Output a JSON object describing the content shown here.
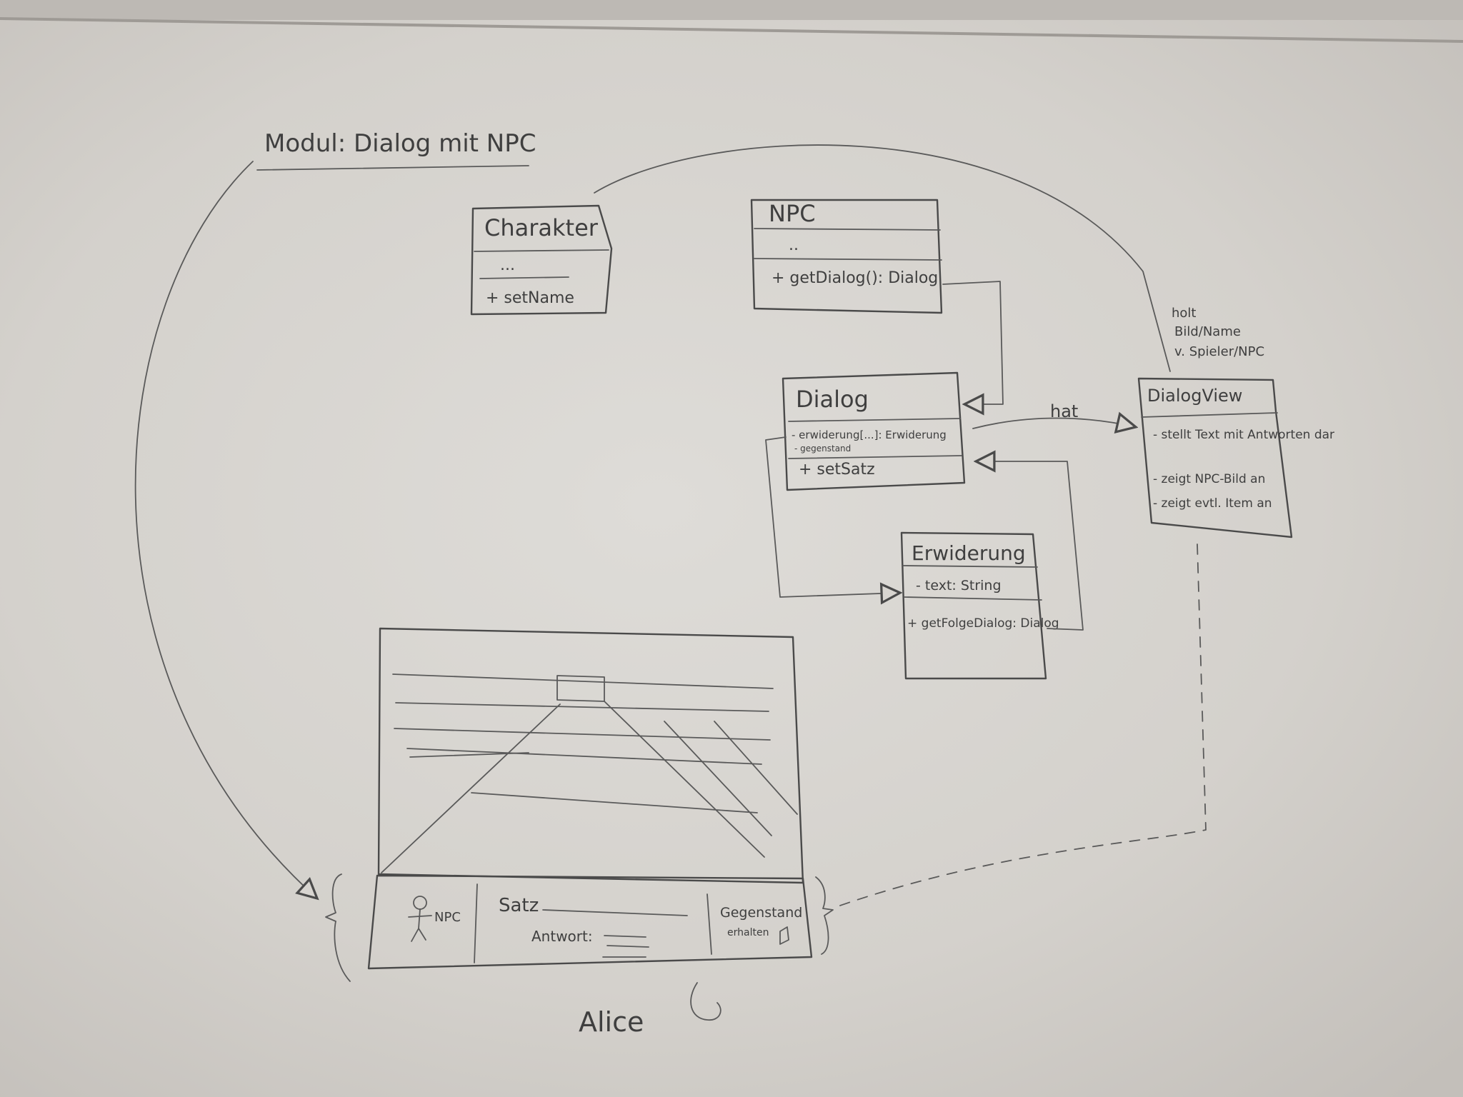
{
  "title": "Modul: Dialog mit NPC",
  "classes": {
    "character": {
      "name": "Charakter",
      "attributes": "...",
      "methods": "+ setName"
    },
    "npc": {
      "name": "NPC",
      "attributes": "..",
      "methods": "+ getDialog(): Dialog"
    },
    "dialog": {
      "name": "Dialog",
      "attributes": [
        "- erwiderung[...]: Erwiderung",
        "- gegenstand"
      ],
      "methods": "+ setSatz"
    },
    "erwiderung": {
      "name": "Erwiderung",
      "attributes": "- text: String",
      "methods": "+ getFolgeDialog: Dialog"
    },
    "dialogview": {
      "name": "DialogView",
      "notes": [
        "- stellt Text mit Antworten dar",
        "- zeigt NPC-Bild an",
        "- zeigt evtl. Item an"
      ]
    }
  },
  "relations": {
    "dialogview_holt": [
      "holt",
      "Bild/Name",
      "v. Spieler/NPC"
    ],
    "hat": "hat"
  },
  "mockup": {
    "npc_label": "NPC",
    "satz_label": "Satz",
    "antwort_label": "Antwort:",
    "gegenstand_label": "Gegenstand",
    "erhalten_label": "erhalten",
    "signature": "Alice"
  },
  "colors": {
    "board": "#d9d6d1",
    "ink": "#4a4a4a"
  }
}
